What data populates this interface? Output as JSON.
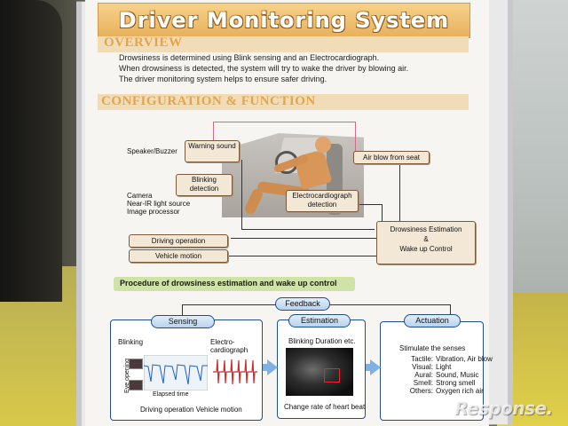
{
  "title": "Driver Monitoring System",
  "overview": {
    "heading": "OVERVIEW",
    "lines": [
      "Drowsiness is determined using Blink sensing and an Electrocardiograph.",
      "When drowsiness is detected, the system will try to wake the driver by blowing air.",
      "The driver monitoring system helps to ensure safer driving."
    ]
  },
  "config": {
    "heading": "CONFIGURATION & FUNCTION",
    "speaker_label": "Speaker/Buzzer",
    "warning_box": "Warning sound",
    "blinking_box": "Blinking detection",
    "camera_lines": [
      "Camera",
      "Near-IR light source",
      "Image processor"
    ],
    "airblow_box": "Air blow from seat",
    "ecg_box": "Electrocardiograph detection",
    "driving_op_box": "Driving operation",
    "vehicle_motion_box": "Vehicle motion",
    "estimation_box": [
      "Drowsiness Estimation",
      "&",
      "Wake up Control"
    ]
  },
  "procedure": {
    "heading": "Procedure of drowsiness estimation and wake up control",
    "feedback": "Feedback",
    "sensing": {
      "tab": "Sensing",
      "blinking": "Blinking",
      "ecg": [
        "Electro-",
        "cardiograph"
      ],
      "eye_opening": "Eye opening",
      "elapsed": "Elapsed time",
      "footer": "Driving operation Vehicle motion"
    },
    "estimation": {
      "tab": "Estimation",
      "top": "Blinking Duration etc.",
      "bottom": "Change rate of heart beat"
    },
    "actuation": {
      "tab": "Actuation",
      "intro": "Stimulate the senses",
      "rows": [
        {
          "k": "Tactile:",
          "v": "Vibration, Air blow"
        },
        {
          "k": "Visual:",
          "v": "Light"
        },
        {
          "k": "Aural:",
          "v": "Sound, Music"
        },
        {
          "k": "Smell:",
          "v": "Strong smell"
        },
        {
          "k": "Others:",
          "v": "Oxygen rich air"
        }
      ]
    }
  },
  "watermark": "Response.",
  "colors": {
    "title_orange": "#e8b05b",
    "heading_orange": "#e6a448",
    "panel_blue": "#1f4e8a",
    "tab_blue": "#b8d3ee",
    "procedure_green": "#cfe3a6"
  }
}
